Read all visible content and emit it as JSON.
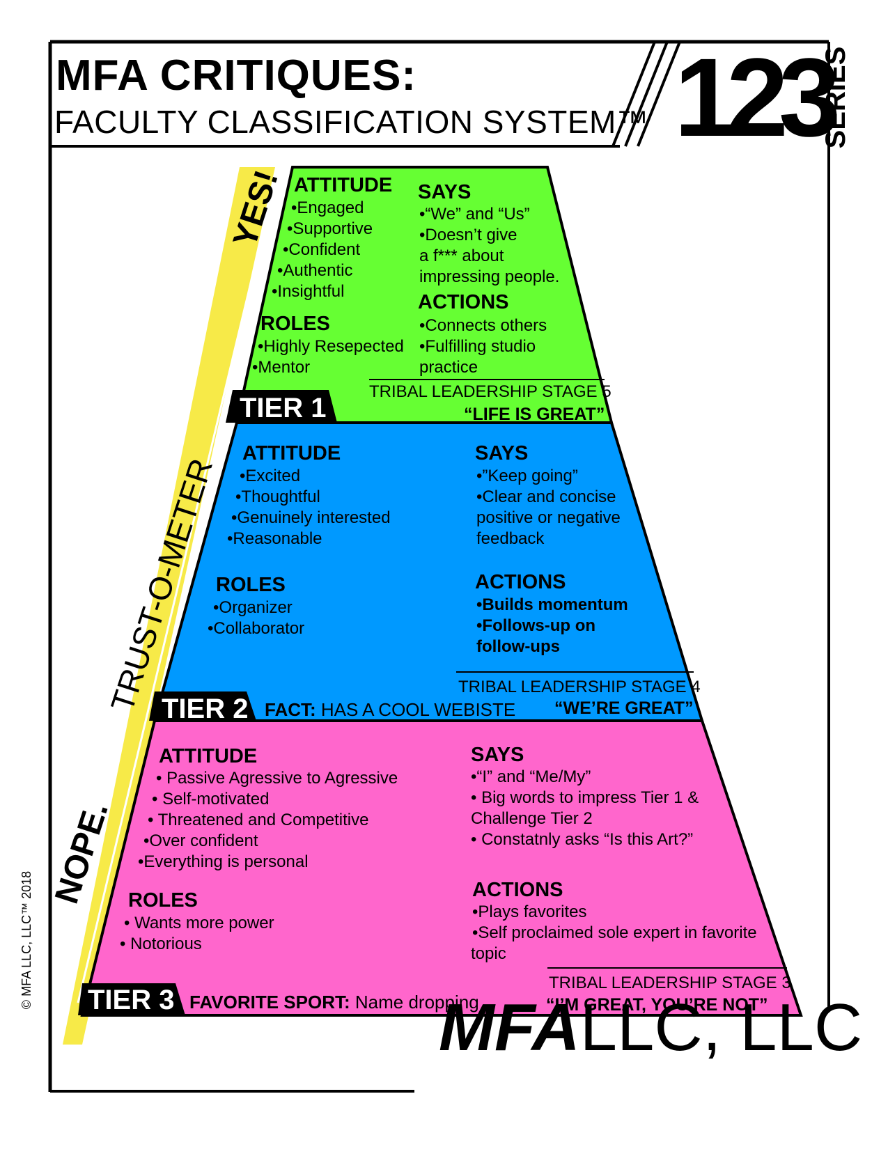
{
  "header": {
    "title_line1": "MFA CRITIQUES:",
    "title_line2": "FACULTY CLASSIFICATION SYSTEM™",
    "series_number": "123",
    "series_label": "SERIES"
  },
  "trust_meter": {
    "top_label": "YES!",
    "middle_label": "TRUST-O-METER",
    "bottom_label": "NOPE."
  },
  "colors": {
    "tier1": "#66ff33",
    "tier2": "#0099ff",
    "tier3": "#ff66cc",
    "meter": "#f7ea48",
    "black": "#000000"
  },
  "tier1": {
    "label": "TIER 1",
    "attitude_heading": "ATTITUDE",
    "attitude": [
      "•Engaged",
      "•Supportive",
      "•Confident",
      "•Authentic",
      "•Insightful"
    ],
    "roles_heading": "ROLES",
    "roles": [
      "•Highly Resepected",
      "•Mentor"
    ],
    "says_heading": "SAYS",
    "says": [
      "•“We” and “Us”",
      "•Doesn’t give",
      "a f*** about",
      "impressing people."
    ],
    "actions_heading": "ACTIONS",
    "actions": [
      "•Connects others",
      "•Fulfilling studio",
      "practice"
    ],
    "stage": "TRIBAL LEADERSHIP STAGE 5",
    "quote": "“LIFE IS GREAT”"
  },
  "tier2": {
    "label": "TIER 2",
    "attitude_heading": "ATTITUDE",
    "attitude": [
      "•Excited",
      "•Thoughtful",
      "•Genuinely interested",
      "•Reasonable"
    ],
    "roles_heading": "ROLES",
    "roles": [
      "•Organizer",
      "•Collaborator"
    ],
    "says_heading": "SAYS",
    "says": [
      "•”Keep going”",
      "•Clear and concise",
      "positive or negative",
      "feedback"
    ],
    "actions_heading": "ACTIONS",
    "actions": [
      "•Builds momentum",
      "•Follows-up on",
      "follow-ups"
    ],
    "stage": "TRIBAL LEADERSHIP STAGE 4",
    "quote": "“WE’RE GREAT”",
    "fact_label": "FACT:",
    "fact_value": "HAS A COOL WEBISTE"
  },
  "tier3": {
    "label": "TIER 3",
    "attitude_heading": "ATTITUDE",
    "attitude": [
      "• Passive Agressive to Agressive",
      "• Self-motivated",
      "• Threatened and Competitive",
      "•Over confident",
      "•Everything is personal"
    ],
    "roles_heading": "ROLES",
    "roles": [
      "• Wants more power",
      "• Notorious"
    ],
    "says_heading": "SAYS",
    "says": [
      "•“I” and “Me/My”",
      "• Big words to impress Tier 1 &",
      "Challenge Tier 2",
      "• Constatnly asks “Is this Art?”"
    ],
    "actions_heading": "ACTIONS",
    "actions": [
      "•Plays favorites",
      "•Self proclaimed sole expert in favorite",
      "topic"
    ],
    "stage": "TRIBAL LEADERSHIP STAGE 3",
    "quote": "“I’M GREAT, YOU’RE NOT”",
    "sport_label": "FAVORITE SPORT:",
    "sport_value": "Name dropping"
  },
  "footer": {
    "copyright": "© MFA LLC, LLC™ 2018",
    "logo_bold": "MFA",
    "logo_light": "LLC, LLC"
  }
}
